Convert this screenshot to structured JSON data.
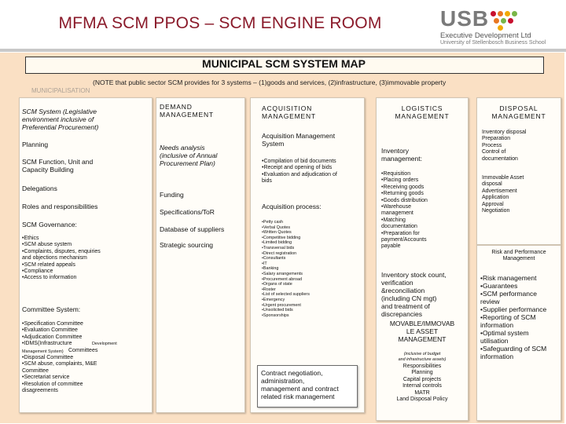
{
  "header": {
    "title": "MFMA SCM PPOS – SCM ENGINE ROOM"
  },
  "logo": {
    "brand": "USB",
    "line1": "Executive Development Ltd",
    "line2": "University of Stellenbosch Business School"
  },
  "map": {
    "title": "MUNICIPAL SCM SYSTEM MAP",
    "note": "(NOTE that public sector SCM provides for 3 systems – (1)goods and services, (2)infrastructure, (3)immovable property",
    "note_ghost": "MUNICIPALISATION"
  },
  "col1": {
    "scm_system": "SCM System (Legislative\nenvironment inclusive of\nPreferential Procurement)",
    "planning": "Planning",
    "function": "SCM Function, Unit and\nCapacity Building",
    "delegations": "Delegations",
    "roles": "Roles and responsibilities",
    "governance": "SCM Governance:",
    "governance_items": "•Ethics\n•SCM abuse system\n•Complaints, disputes, enquiries\nand objections mechanism\n•SCM related appeals\n•Compliance\n•Access to information",
    "committee": "Committee System:",
    "committee_items_a": "•Specification Committee\n•Evaluation Committee\n•Adjudication Committee\n•IDMS(Infrastructure",
    "committee_small_1": "Development",
    "committee_small_2": "Management System)",
    "committee_items_b": "Committees",
    "committee_items_c": "•Disposal Committee\n•SCM abuse, complaints, M&E\nCommittee\n•Secretariat service\n•Resolution of committee\ndisagreements"
  },
  "col2": {
    "header": "DEMAND\nMANAGEMENT",
    "needs": "Needs analysis\n(inclusive of Annual\nProcurement Plan)",
    "funding": "Funding",
    "specs": "Specifications/ToR",
    "database": "Database of suppliers",
    "strategic": "Strategic sourcing"
  },
  "col3": {
    "header": "ACQUISITION\nMANAGEMENT",
    "system": "Acquisition Management\nSystem",
    "system_items": "•Compilation of bid documents\n•Receipt and opening of bids\n•Evaluation and adjudication of\nbids",
    "process": "Acquisition process:",
    "process_items": "•Petty cash\n•Verbal Quotes\n•Written Quotes\n•Competitive bidding\n•Limited bidding\n•Transversal bids\n•Direct registration\n•Consultants\n•IT\n•Banking\n•Salary arrangements\n•Procurement abroad\n•Organs of state\n•Roster\n•List of selected suppliers\n•Emergency\n•Urgent procurement\n•Unsolicited bids\n•Sponsorships",
    "contract": "Contract negotiation,\nadministration,\nmanagement and contract\nrelated risk management"
  },
  "col4": {
    "header": "LOGISTICS\nMANAGEMENT",
    "inventory": "Inventory\nmanagement:",
    "inventory_items": "•Requisition\n•Placing orders\n•Receiving goods\n•Returning goods\n•Goods distribution\n•Warehouse\nmanagement\n•Matching\ndocumentation\n•Preparation for\npayment/Accounts\npayable",
    "stock": "Inventory stock count,\nverification\n&reconciliation\n(including CN mgt)\nand treatment of\ndiscrepancies",
    "movable": "MOVABLE/IMMOVAB\nLE ASSET\nMANAGEMENT",
    "movable_small": "(inclusive of budget\nand infrastructure assets)",
    "movable_items": "Responsibilities\nPlanning\nCapital projects\nInternal controls\nMATR\nLand Disposal Policy"
  },
  "col5": {
    "header": "DISPOSAL\nMANAGEMENT",
    "inventory": "Inventory disposal\nPreparation\nProcess\nControl of\ndocumentation",
    "immovable": "Immovable Asset\ndisposal\nAdvertisement\nApplication\nApproval\nNegotiation",
    "risk_header": "Risk and Performance\nManagement",
    "risk_items": "•Risk management\n•Guarantees\n•SCM performance\nreview\n•Supplier performance\n•Reporting of SCM\ninformation\n•Optimal system\nutilisation\n•Safeguarding of SCM\ninformation"
  },
  "colors": {
    "title": "#8a1a2a",
    "frame": "#fae0c4",
    "panel": "#fffdf8"
  },
  "icons": {
    "logo_dots": "logo-dots-icon"
  }
}
